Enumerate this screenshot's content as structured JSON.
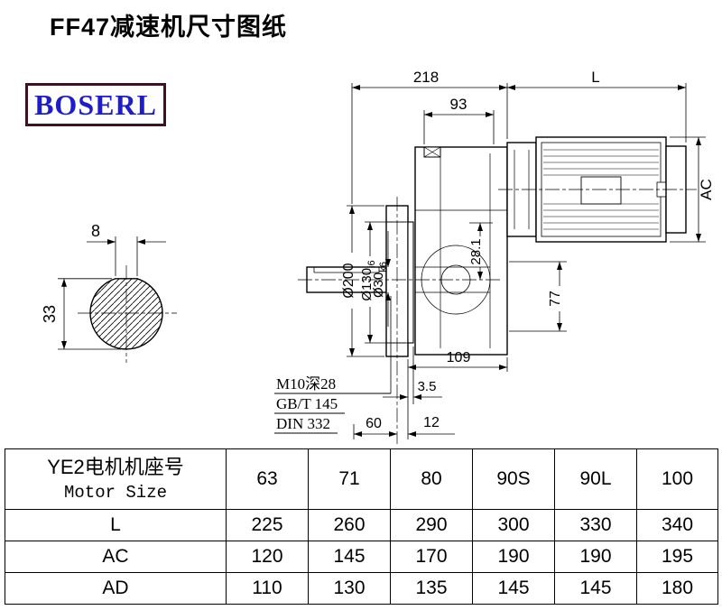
{
  "page": {
    "title": "FF47减速机尺寸图纸",
    "brand": "BOSERL"
  },
  "colors": {
    "brand_text": "#1e1ec8",
    "brand_border": "#40121f",
    "line": "#000000"
  },
  "drawing": {
    "dims": {
      "top_width": "218",
      "motor_length": "L",
      "housing_top": "93",
      "motor_height": "AC",
      "keyway_height": "28.1",
      "flange_dia": "Ø200",
      "spigot_dia": "Ø130",
      "spigot_tol": "i6",
      "shaft_dia": "Ø30",
      "shaft_tol": "k6",
      "lower_height": "77",
      "foot_length": "109",
      "spigot_proj": "3.5",
      "shaft_len": "60",
      "flange_thk": "12",
      "key_width": "8",
      "key_height": "33"
    },
    "notes": {
      "tap": "M10深28",
      "std_gb": "GB/T 145",
      "std_din": "DIN 332"
    }
  },
  "table": {
    "header": {
      "cn": "YE2电机机座号",
      "en": "Motor Size"
    },
    "sizes": [
      "63",
      "71",
      "80",
      "90S",
      "90L",
      "100"
    ],
    "rows": [
      {
        "label": "L",
        "values": [
          "225",
          "260",
          "290",
          "300",
          "330",
          "340"
        ]
      },
      {
        "label": "AC",
        "values": [
          "120",
          "145",
          "170",
          "190",
          "190",
          "195"
        ]
      },
      {
        "label": "AD",
        "values": [
          "110",
          "130",
          "135",
          "145",
          "145",
          "180"
        ]
      }
    ]
  }
}
